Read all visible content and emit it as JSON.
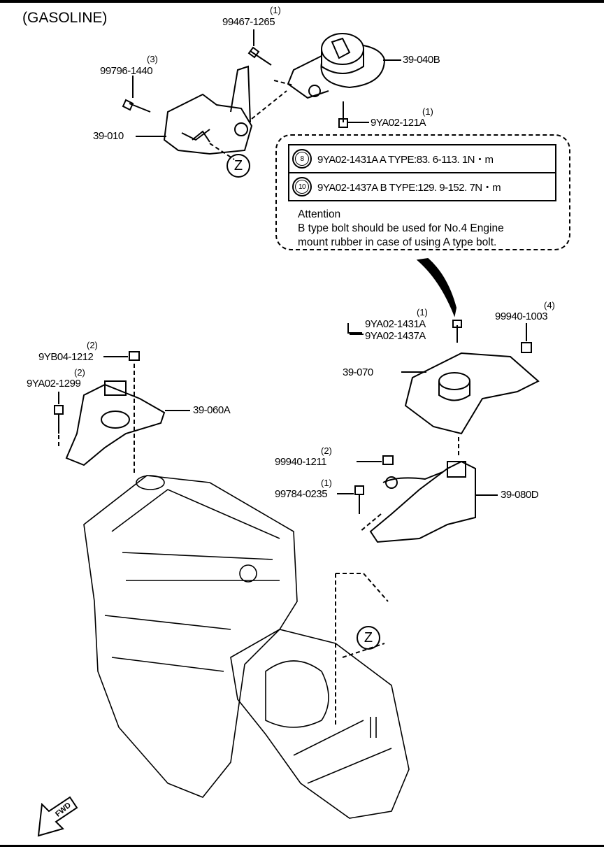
{
  "title": "(GASOLINE)",
  "parts": {
    "p39_040b": "39-040B",
    "p39_010": "39-010",
    "p39_070": "39-070",
    "p39_060a": "39-060A",
    "p39_080d": "39-080D"
  },
  "fasteners": {
    "f99467": {
      "number": "99467-1265",
      "qty": "(1)"
    },
    "f99796": {
      "number": "99796-1440",
      "qty": "(3)"
    },
    "f121a": {
      "number": "9YA02-121A",
      "qty": "(1)"
    },
    "f1431a": {
      "number": "9YA02-1431A",
      "alt": "9YA02-1437A",
      "qty": "(1)"
    },
    "f1003": {
      "number": "99940-1003",
      "qty": "(4)"
    },
    "f1212": {
      "number": "9YB04-1212",
      "qty": "(2)"
    },
    "f1299": {
      "number": "9YA02-1299",
      "qty": "(2)"
    },
    "f1211": {
      "number": "99940-1211",
      "qty": "(2)"
    },
    "f0235": {
      "number": "99784-0235",
      "qty": "(1)"
    }
  },
  "note": {
    "rows": [
      {
        "size": "8",
        "text": "9YA02-1431A  A TYPE:83. 6-113. 1N・m"
      },
      {
        "size": "10",
        "text": "9YA02-1437A  B TYPE:129. 9-152. 7N・m"
      }
    ],
    "attention_title": "Attention",
    "attention_line1": "B type bolt should be used for No.4 Engine",
    "attention_line2": "mount rubber in case of using A type bolt."
  },
  "view_marker": "Z",
  "fwd_label": "FWD"
}
